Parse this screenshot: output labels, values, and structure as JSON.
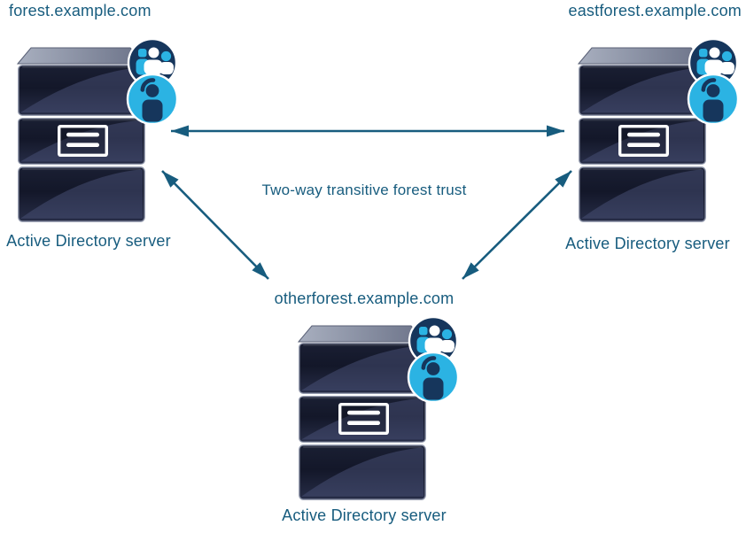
{
  "diagram": {
    "trust_label": "Two-way transitive forest trust",
    "nodes": [
      {
        "id": "forest",
        "domain": "forest.example.com",
        "caption": "Active Directory server"
      },
      {
        "id": "eastforest",
        "domain": "eastforest.example.com",
        "caption": "Active Directory server"
      },
      {
        "id": "otherforest",
        "domain": "otherforest.example.com",
        "caption": "Active Directory server"
      }
    ],
    "connections": [
      {
        "from": "forest.example.com",
        "to": "eastforest.example.com",
        "type": "two-way transitive forest trust"
      },
      {
        "from": "forest.example.com",
        "to": "otherforest.example.com",
        "type": "two-way transitive forest trust"
      },
      {
        "from": "eastforest.example.com",
        "to": "otherforest.example.com",
        "type": "two-way transitive forest trust"
      }
    ],
    "colors": {
      "accent_teal": "#175C7E",
      "server_body_dark": "#131729",
      "server_body_light": "#4A5278",
      "server_top_face": "#A8AFBF",
      "badge_navy": "#16365C",
      "badge_cyan": "#2BB3E3",
      "panel_white": "#FFFFFF"
    }
  }
}
